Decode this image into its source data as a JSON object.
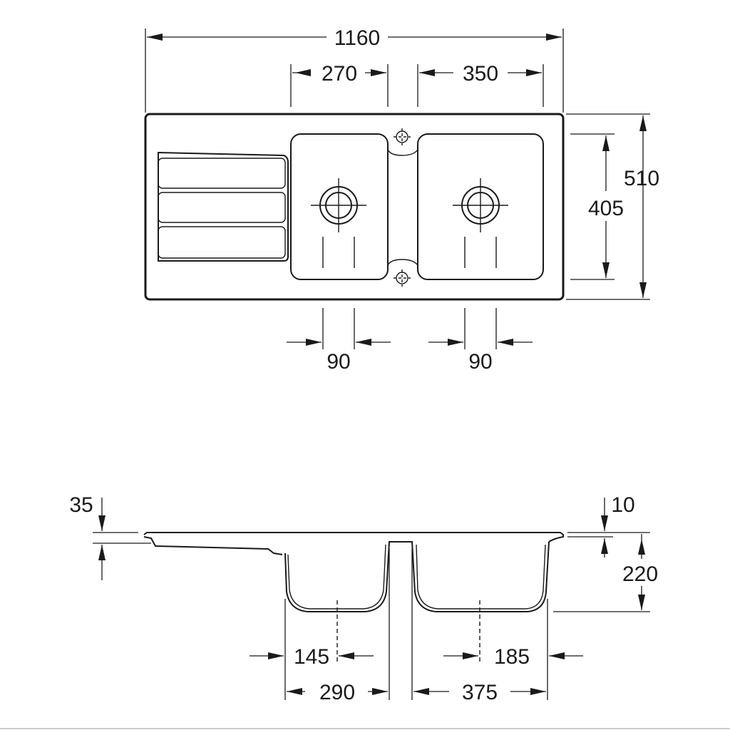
{
  "top_view": {
    "overall_width": "1160",
    "bowl_small_width": "270",
    "bowl_large_width": "350",
    "overall_depth": "510",
    "bowl_depth": "405",
    "drain_left_offset": "90",
    "drain_right_offset": "90"
  },
  "section_view": {
    "rim_height": "35",
    "flange_thickness": "10",
    "bowl_depth": "220",
    "drain_left_offset": "145",
    "drain_right_offset": "185",
    "bowl_small_width": "290",
    "bowl_large_width": "375"
  }
}
